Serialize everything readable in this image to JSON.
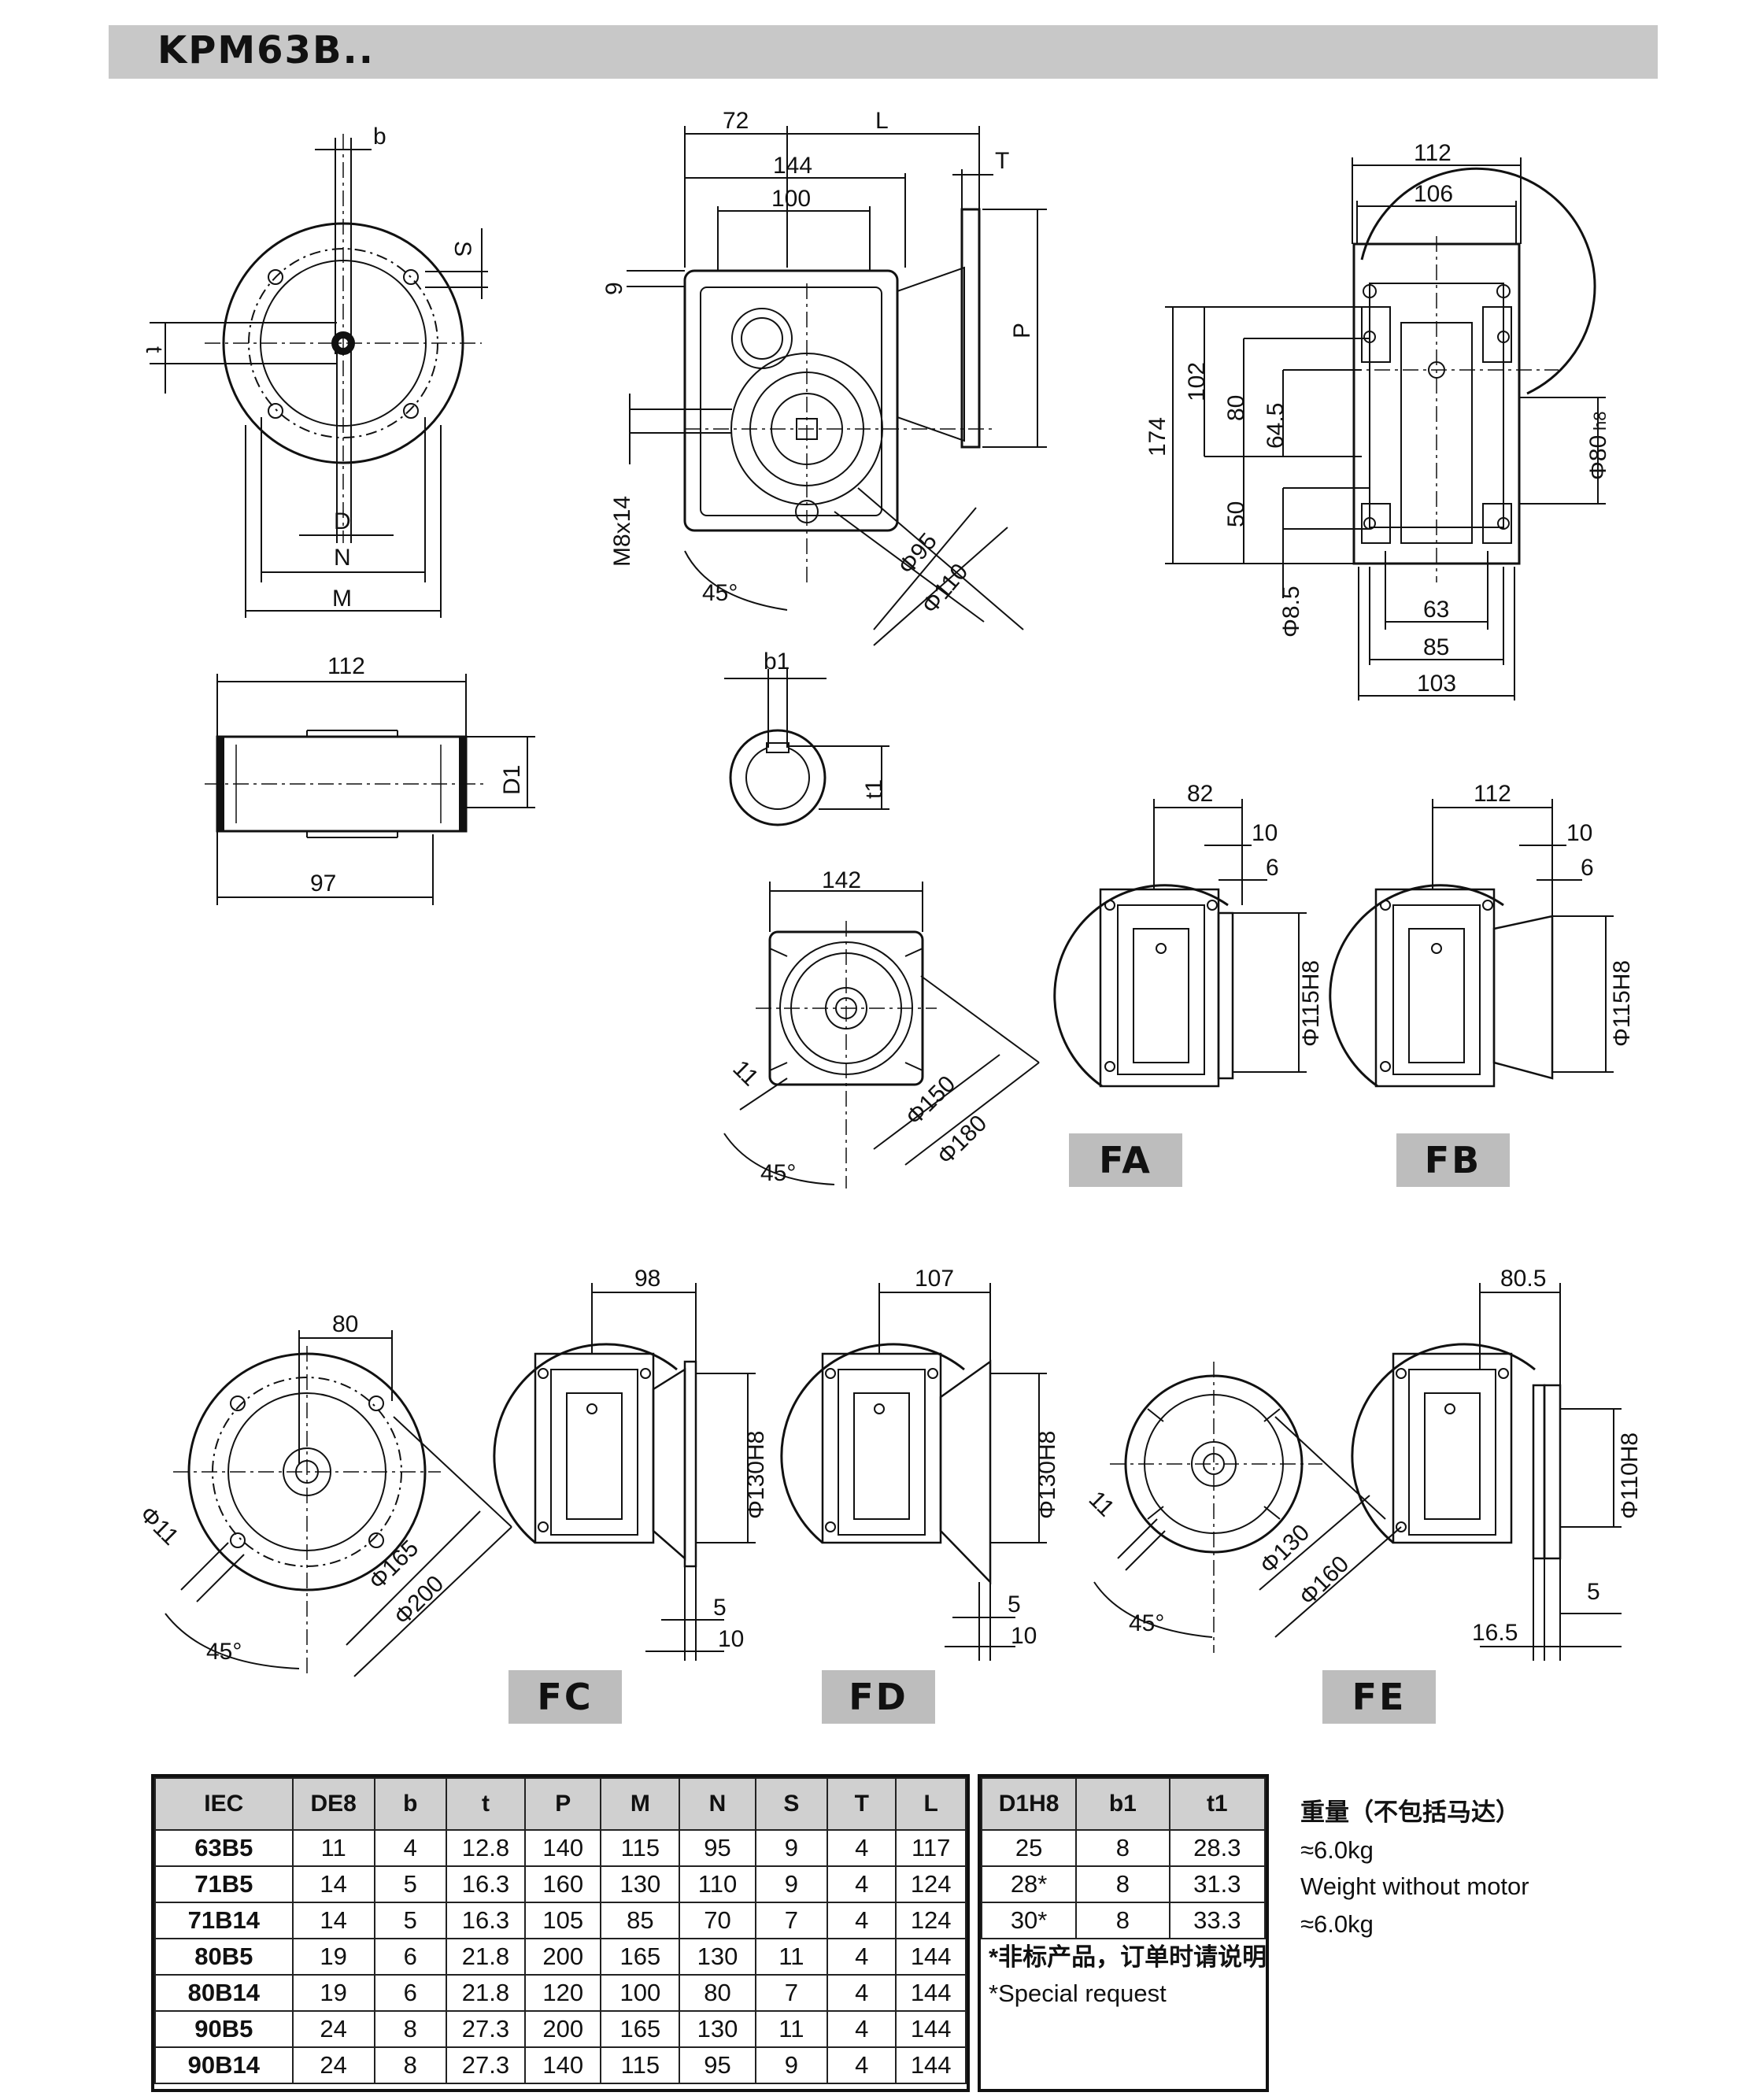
{
  "header": {
    "title": "KPM63B.."
  },
  "dims": {
    "front": {
      "b": "b",
      "s": "S",
      "t": "t",
      "d": "D",
      "n": "N",
      "m": "M"
    },
    "side": {
      "d72": "72",
      "L": "L",
      "d144": "144",
      "T": "T",
      "d100": "100",
      "d9": "9",
      "P": "P",
      "m8": "M8x14",
      "phi95": "Φ95",
      "phi110": "Φ110",
      "a45": "45°"
    },
    "right": {
      "d112": "112",
      "d106": "106",
      "d174": "174",
      "d102": "102",
      "d80": "80",
      "d645": "64.5",
      "d50": "50",
      "phi85": "Φ8.5",
      "phi80": "Φ80",
      "h8": "h8",
      "d63": "63",
      "d85": "85",
      "d103": "103"
    },
    "shaft": {
      "d112": "112",
      "d97": "97",
      "D1": "D1"
    },
    "bore": {
      "b1": "b1",
      "t1": "t1"
    },
    "flange": {
      "d142": "142",
      "d11": "11",
      "phi150": "Φ150",
      "phi180": "Φ180",
      "a45": "45°"
    },
    "fa": {
      "d82": "82",
      "d10": "10",
      "d6": "6",
      "phi115": "Φ115H8"
    },
    "fb": {
      "d112": "112",
      "d10": "10",
      "d6": "6",
      "phi115": "Φ115H8"
    },
    "fcflange": {
      "d80": "80",
      "phi11": "Φ11",
      "phi165": "Φ165",
      "phi200": "Φ200",
      "a45": "45°"
    },
    "fc": {
      "d98": "98",
      "phi130": "Φ130H8",
      "d5": "5",
      "d10": "10"
    },
    "fd": {
      "d107": "107",
      "phi130": "Φ130H8",
      "d5": "5",
      "d10": "10"
    },
    "feflange": {
      "d11": "11",
      "phi130": "Φ130",
      "phi160": "Φ160",
      "a45": "45°"
    },
    "fe": {
      "d805": "80.5",
      "phi110": "Φ110H8",
      "d165": "16.5",
      "d5": "5"
    }
  },
  "labels": {
    "fa": "FA",
    "fb": "FB",
    "fc": "FC",
    "fd": "FD",
    "fe": "FE"
  },
  "table1": {
    "headers": [
      "IEC",
      "DE8",
      "b",
      "t",
      "P",
      "M",
      "N",
      "S",
      "T",
      "L"
    ],
    "rows": [
      [
        "63B5",
        "11",
        "4",
        "12.8",
        "140",
        "115",
        "95",
        "9",
        "4",
        "117"
      ],
      [
        "71B5",
        "14",
        "5",
        "16.3",
        "160",
        "130",
        "110",
        "9",
        "4",
        "124"
      ],
      [
        "71B14",
        "14",
        "5",
        "16.3",
        "105",
        "85",
        "70",
        "7",
        "4",
        "124"
      ],
      [
        "80B5",
        "19",
        "6",
        "21.8",
        "200",
        "165",
        "130",
        "11",
        "4",
        "144"
      ],
      [
        "80B14",
        "19",
        "6",
        "21.8",
        "120",
        "100",
        "80",
        "7",
        "4",
        "144"
      ],
      [
        "90B5",
        "24",
        "8",
        "27.3",
        "200",
        "165",
        "130",
        "11",
        "4",
        "144"
      ],
      [
        "90B14",
        "24",
        "8",
        "27.3",
        "140",
        "115",
        "95",
        "9",
        "4",
        "144"
      ]
    ]
  },
  "table2": {
    "headers": [
      "D1H8",
      "b1",
      "t1"
    ],
    "rows": [
      [
        "25",
        "8",
        "28.3"
      ],
      [
        "28*",
        "8",
        "31.3"
      ],
      [
        "30*",
        "8",
        "33.3"
      ]
    ],
    "note_cn": "*非标产品，订单时请说明",
    "note_en": "*Special request"
  },
  "weight": {
    "cn": "重量（不包括马达）",
    "cn_val": "≈6.0kg",
    "en": "Weight without motor",
    "en_val": "≈6.0kg"
  }
}
